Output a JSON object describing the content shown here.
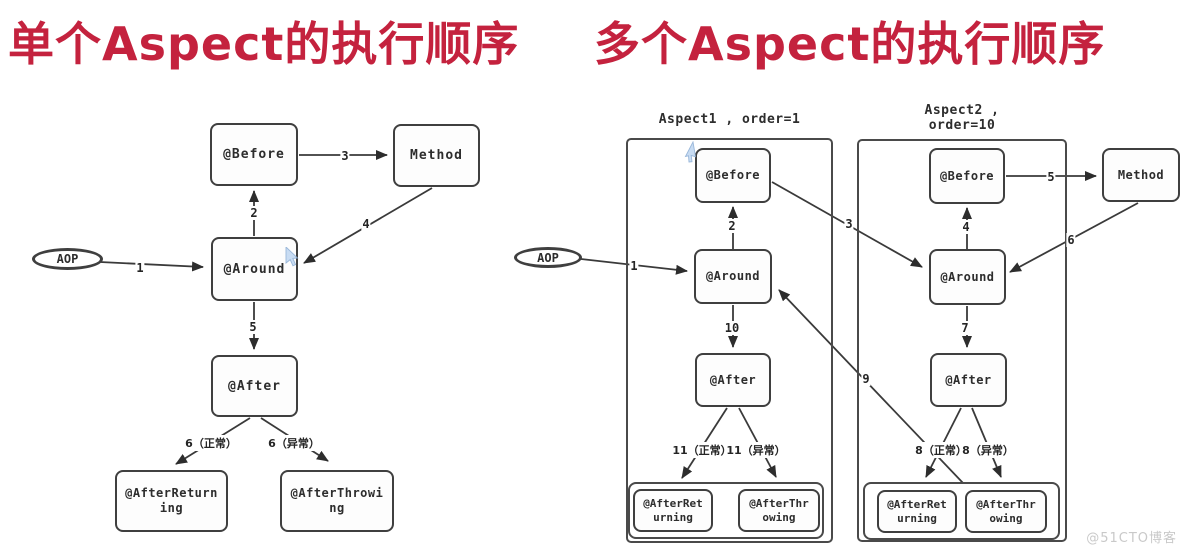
{
  "titles": {
    "left": "单个Aspect的执行顺序",
    "right": "多个Aspect的执行顺序"
  },
  "watermark": "@51CTO博客",
  "colors": {
    "title_red": "#c4223e",
    "line_dark": "#3a3a3a",
    "box_border": "#3f3f3f",
    "cursor_blue": "#c3d9f2",
    "watermark_gray": "#c9c9c9"
  },
  "icons": {
    "cursor_left": "mouse-pointer",
    "cursor_right": "mouse-pointer"
  },
  "left_diagram": {
    "aop_label": "AOP",
    "nodes": {
      "before": "@Before",
      "method": "Method",
      "around": "@Around",
      "after": "@After",
      "after_returning": "@AfterReturn\ning",
      "after_throwing": "@AfterThrowi\nng"
    },
    "edge_labels": {
      "e1": "1",
      "e2": "2",
      "e3": "3",
      "e4": "4",
      "e5": "5",
      "e6_normal": "6（正常）",
      "e6_exception": "6（异常）"
    }
  },
  "right_diagram": {
    "aop_label": "AOP",
    "method_label": "Method",
    "edge_labels": {
      "e1": "1",
      "e3": "3",
      "e9": "9"
    },
    "aspect1": {
      "title": "Aspect1 , order=1",
      "nodes": {
        "before": "@Before",
        "around": "@Around",
        "after": "@After",
        "after_returning": "@AfterRet\nurning",
        "after_throwing": "@AfterThr\nowing"
      },
      "edge_labels": {
        "e2": "2",
        "e10": "10",
        "e11_normal": "11（正常）",
        "e11_exception": "11（异常）"
      }
    },
    "aspect2": {
      "title": "Aspect2 ,\norder=10",
      "nodes": {
        "before": "@Before",
        "around": "@Around",
        "after": "@After",
        "after_returning": "@AfterRet\nurning",
        "after_throwing": "@AfterThr\nowing"
      },
      "edge_labels": {
        "e4": "4",
        "e5": "5",
        "e6": "6",
        "e7": "7",
        "e8_normal": "8（正常）",
        "e8_exception": "8（异常）"
      }
    }
  }
}
